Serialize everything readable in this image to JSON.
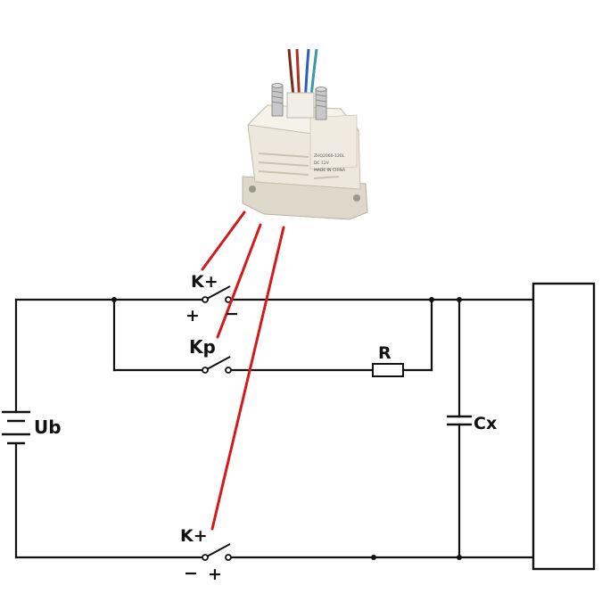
{
  "diagram": {
    "labels": {
      "k_plus_top": "K+",
      "k_plus_top_pos": "+",
      "k_plus_top_neg": "−",
      "kp": "Kp",
      "resistor": "R",
      "battery": "Ub",
      "capacitor": "Cx",
      "k_plus_bottom": "K+",
      "k_plus_bottom_neg": "−",
      "k_plus_bottom_pos": "+"
    },
    "relay_label_lines": [
      "ZHQ2060-120L",
      "DC 12V",
      "MADE IN CHINA"
    ],
    "colors": {
      "wire": "#111111",
      "pointer": "#d41a1a",
      "relay_body": "#ece8dc",
      "wire_brown": "#7a2a1a",
      "wire_blue": "#2a5fbf"
    },
    "icons": [
      "relay-photo",
      "battery-symbol",
      "capacitor-symbol",
      "resistor-symbol",
      "switch-symbol"
    ]
  }
}
